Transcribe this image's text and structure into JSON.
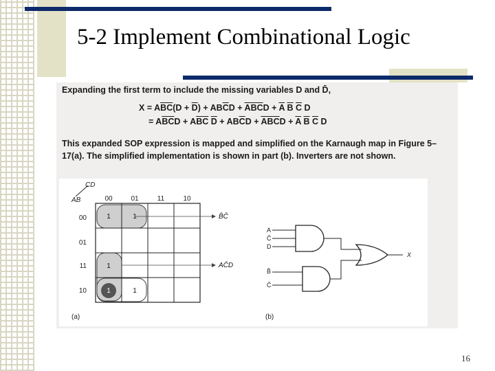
{
  "slide": {
    "title": "5-2 Implement Combinational Logic",
    "page_number": "16"
  },
  "text": {
    "intro": "Expanding the first term to include the missing variables D and D̄,",
    "paragraph": "This expanded SOP expression is mapped and simplified on the Karnaugh map in Figure 5–17(a). The simplified implementation is shown in part (b). Inverters are not shown."
  },
  "kmap": {
    "var_cols": "CD",
    "var_rows": "AB",
    "col_labels": [
      "00",
      "01",
      "11",
      "10"
    ],
    "row_labels": [
      "00",
      "01",
      "11",
      "10"
    ],
    "cell_value": "1",
    "group_labels": [
      "B̄C̄",
      "AC̄D"
    ],
    "caption": "(a)"
  },
  "circuit": {
    "gate1_inputs": [
      "A",
      "C̄",
      "D"
    ],
    "gate2_inputs": [
      "B̄",
      "C̄"
    ],
    "output": "X",
    "caption": "(b)"
  }
}
